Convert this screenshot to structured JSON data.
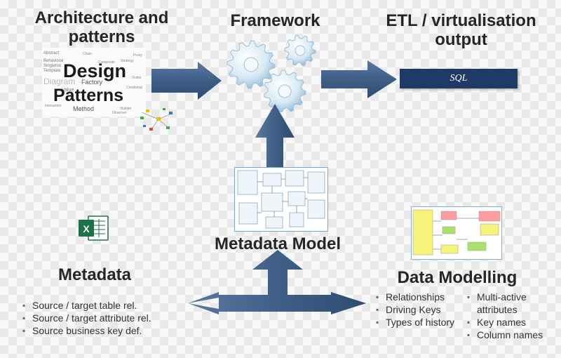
{
  "headings": {
    "architecture": "Architecture and patterns",
    "framework": "Framework",
    "etl": "ETL / virtualisation output",
    "metadata_model": "Metadata Model",
    "metadata": "Metadata",
    "data_modelling": "Data Modelling"
  },
  "sql_label": "SQL",
  "word_cloud": {
    "big1": "Design",
    "big2": "Patterns",
    "small": [
      "Abstract",
      "Behavioral",
      "Singleton",
      "Template",
      "Diagram",
      "Factory",
      "Value",
      "Method",
      "Interaction",
      "Strategy",
      "Chain",
      "Composite",
      "Proxy",
      "Visitor",
      "Creational",
      "Builder",
      "Observer"
    ]
  },
  "metadata_items": [
    "Source / target table rel.",
    "Source / target attribute rel.",
    "Source business key def."
  ],
  "data_modelling_col1": [
    "Relationships",
    "Driving Keys",
    "Types of history"
  ],
  "data_modelling_col2": [
    "Multi-active attributes",
    "Key names",
    "Column names"
  ],
  "colors": {
    "arrow": "#3f5f87",
    "sql_box": "#1f3a66",
    "excel": "#1e7145",
    "gear": "#cfe4f0"
  }
}
